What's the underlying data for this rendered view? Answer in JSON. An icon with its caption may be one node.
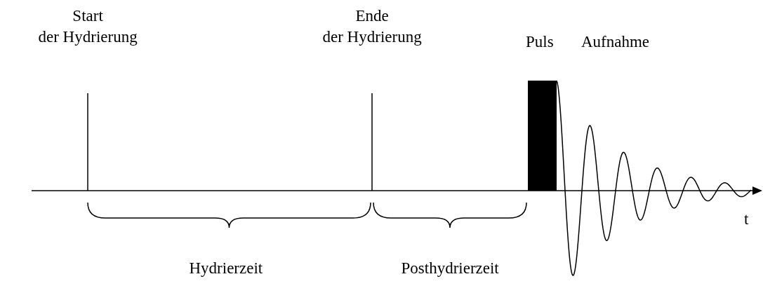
{
  "diagram": {
    "nodes": [
      {
        "text": [],
        "shape": "bar"
      }
    ],
    "labels": [
      "Start der Hydrierung",
      "Ende der Hydrierung",
      "Puls",
      "Aufnahme",
      "t",
      "Hydrierzeit",
      "Posthydrierzeit"
    ]
  }
}
